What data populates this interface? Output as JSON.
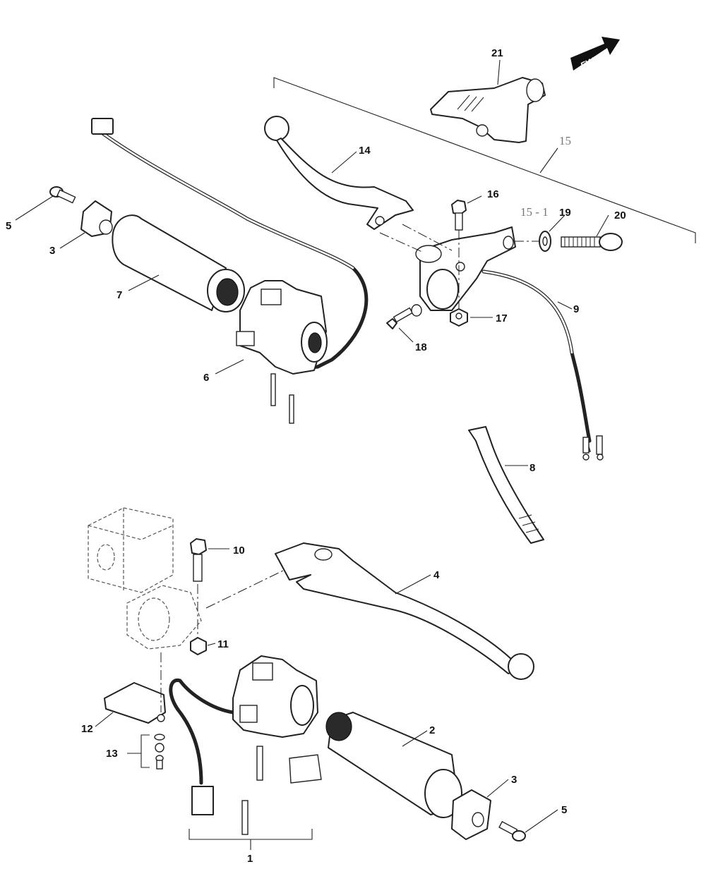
{
  "direction_arrow": {
    "label": "FWD"
  },
  "assembly_labels": {
    "group_15": "15",
    "group_15_1": "15 - 1"
  },
  "callouts": {
    "c1": "1",
    "c2": "2",
    "c3_top": "3",
    "c3_bottom": "3",
    "c4": "4",
    "c5_top": "5",
    "c5_bottom": "5",
    "c6": "6",
    "c7": "7",
    "c8": "8",
    "c9": "9",
    "c10": "10",
    "c11": "11",
    "c12": "12",
    "c13": "13",
    "c14": "14",
    "c16": "16",
    "c17": "17",
    "c18": "18",
    "c19": "19",
    "c20": "20",
    "c21": "21"
  }
}
